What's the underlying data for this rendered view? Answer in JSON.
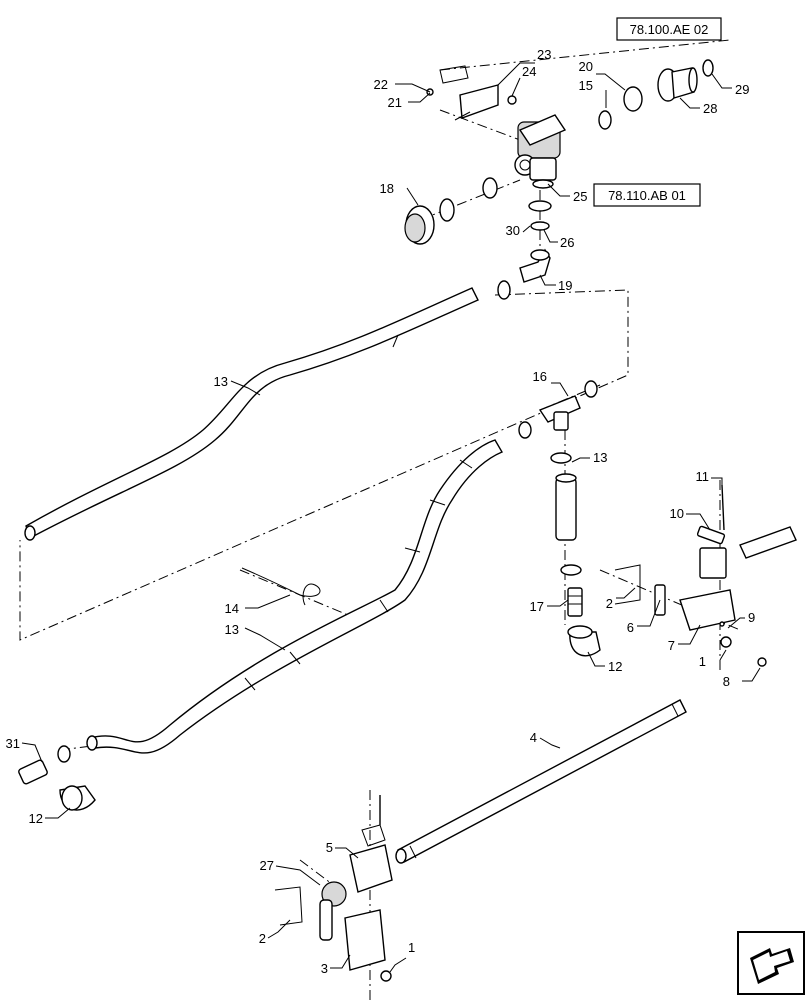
{
  "references": [
    {
      "id": "ref-top",
      "text": "78.100.AE 02"
    },
    {
      "id": "ref-valve",
      "text": "78.110.AB 01"
    }
  ],
  "callouts": {
    "c1a": "1",
    "c1b": "1",
    "c2a": "2",
    "c2b": "2",
    "c3": "3",
    "c4": "4",
    "c5": "5",
    "c6": "6",
    "c7": "7",
    "c8": "8",
    "c9": "9",
    "c10": "10",
    "c11": "11",
    "c12a": "12",
    "c12b": "12",
    "c13a": "13",
    "c13b": "13",
    "c13c": "13",
    "c14": "14",
    "c15": "15",
    "c16": "16",
    "c17": "17",
    "c18": "18",
    "c19": "19",
    "c20": "20",
    "c21": "21",
    "c22": "22",
    "c23": "23",
    "c24": "24",
    "c25": "25",
    "c26": "26",
    "c27": "27",
    "c28": "28",
    "c29": "29",
    "c30": "30",
    "c31": "31"
  },
  "nav_icon": "arrow-icon"
}
